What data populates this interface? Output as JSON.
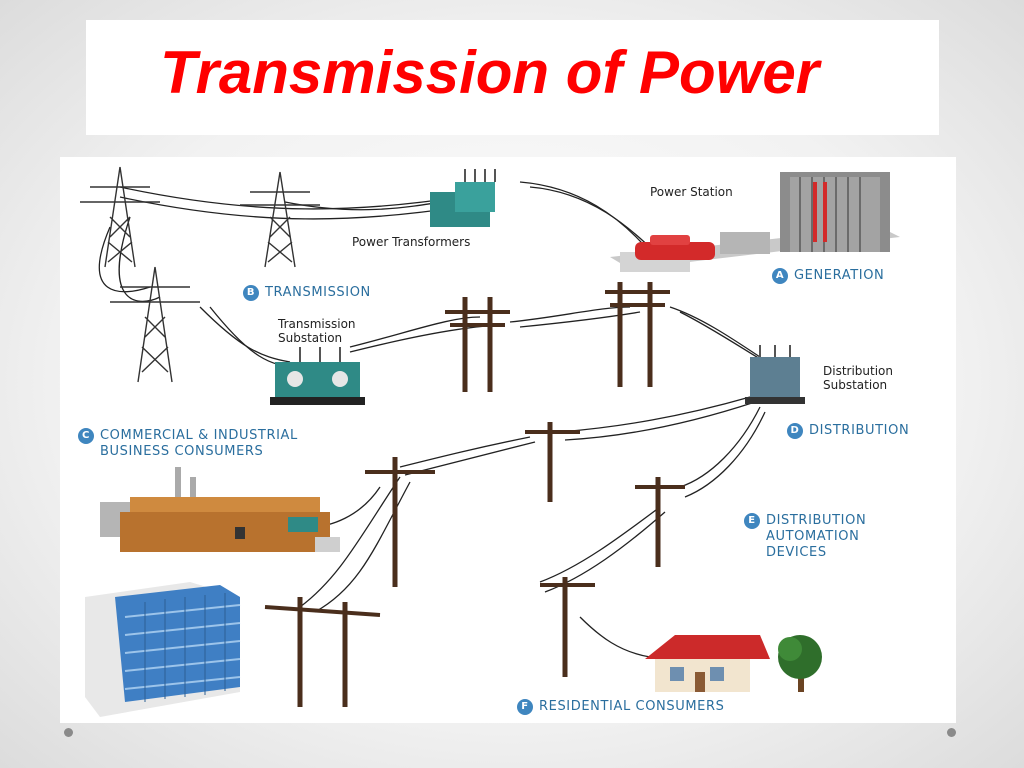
{
  "slide": {
    "title": "Transmission of Power"
  },
  "diagram": {
    "labels": {
      "power_station": "Power Station",
      "power_transformers": "Power Transformers",
      "transmission_substation_1": "Transmission",
      "transmission_substation_2": "Substation",
      "distribution_substation_1": "Distribution",
      "distribution_substation_2": "Substation"
    },
    "sections": [
      {
        "letter": "A",
        "lines": [
          "GENERATION"
        ]
      },
      {
        "letter": "B",
        "lines": [
          "TRANSMISSION"
        ]
      },
      {
        "letter": "C",
        "lines": [
          "COMMERCIAL & INDUSTRIAL",
          "BUSINESS CONSUMERS"
        ]
      },
      {
        "letter": "D",
        "lines": [
          "DISTRIBUTION"
        ]
      },
      {
        "letter": "E",
        "lines": [
          "DISTRIBUTION",
          "AUTOMATION",
          "DEVICES"
        ]
      },
      {
        "letter": "F",
        "lines": [
          "RESIDENTIAL CONSUMERS"
        ]
      }
    ]
  },
  "colors": {
    "title": "#ff0000",
    "section_text": "#2a6e9e",
    "badge": "#3f86bf",
    "transformer": "#2f8a86",
    "pole": "#4a2e1c",
    "factory": "#b8722e",
    "building": "#3f7fc4",
    "roof": "#cc2a2a"
  }
}
